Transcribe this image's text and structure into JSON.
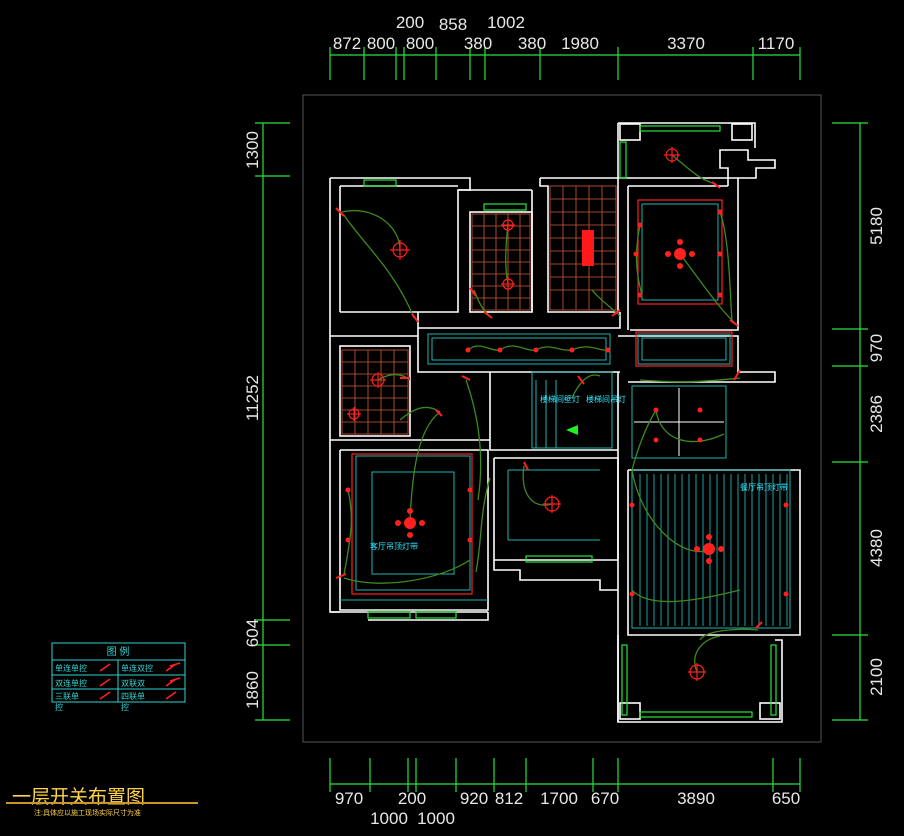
{
  "title": "一层开关布置图",
  "note": "注:具体应以施工现场实际尺寸为准",
  "dims": {
    "top_row": [
      "872",
      "800",
      "800",
      "380",
      "380",
      "1980",
      "3370",
      "1170"
    ],
    "top_upper": [
      "200",
      "858",
      "1002"
    ],
    "bottom_row": [
      "970",
      "200",
      "920",
      "812",
      "1700",
      "670",
      "3890",
      "650"
    ],
    "bottom_lower": [
      "1000",
      "1000"
    ],
    "left": [
      "1300",
      "11252",
      "604",
      "1860"
    ],
    "right": [
      "5180",
      "970",
      "2386",
      "4380",
      "2100"
    ]
  },
  "legend": {
    "header": "图    例",
    "items": [
      "单连单控",
      "单连双控",
      "双连单控",
      "双联双",
      "三联单",
      "四联单"
    ],
    "tails": [
      "控",
      "控"
    ]
  },
  "labels": [
    "楼梯间壁灯",
    "楼梯间吊灯",
    "客厅吊顶灯带",
    "餐厅吊顶灯带"
  ]
}
